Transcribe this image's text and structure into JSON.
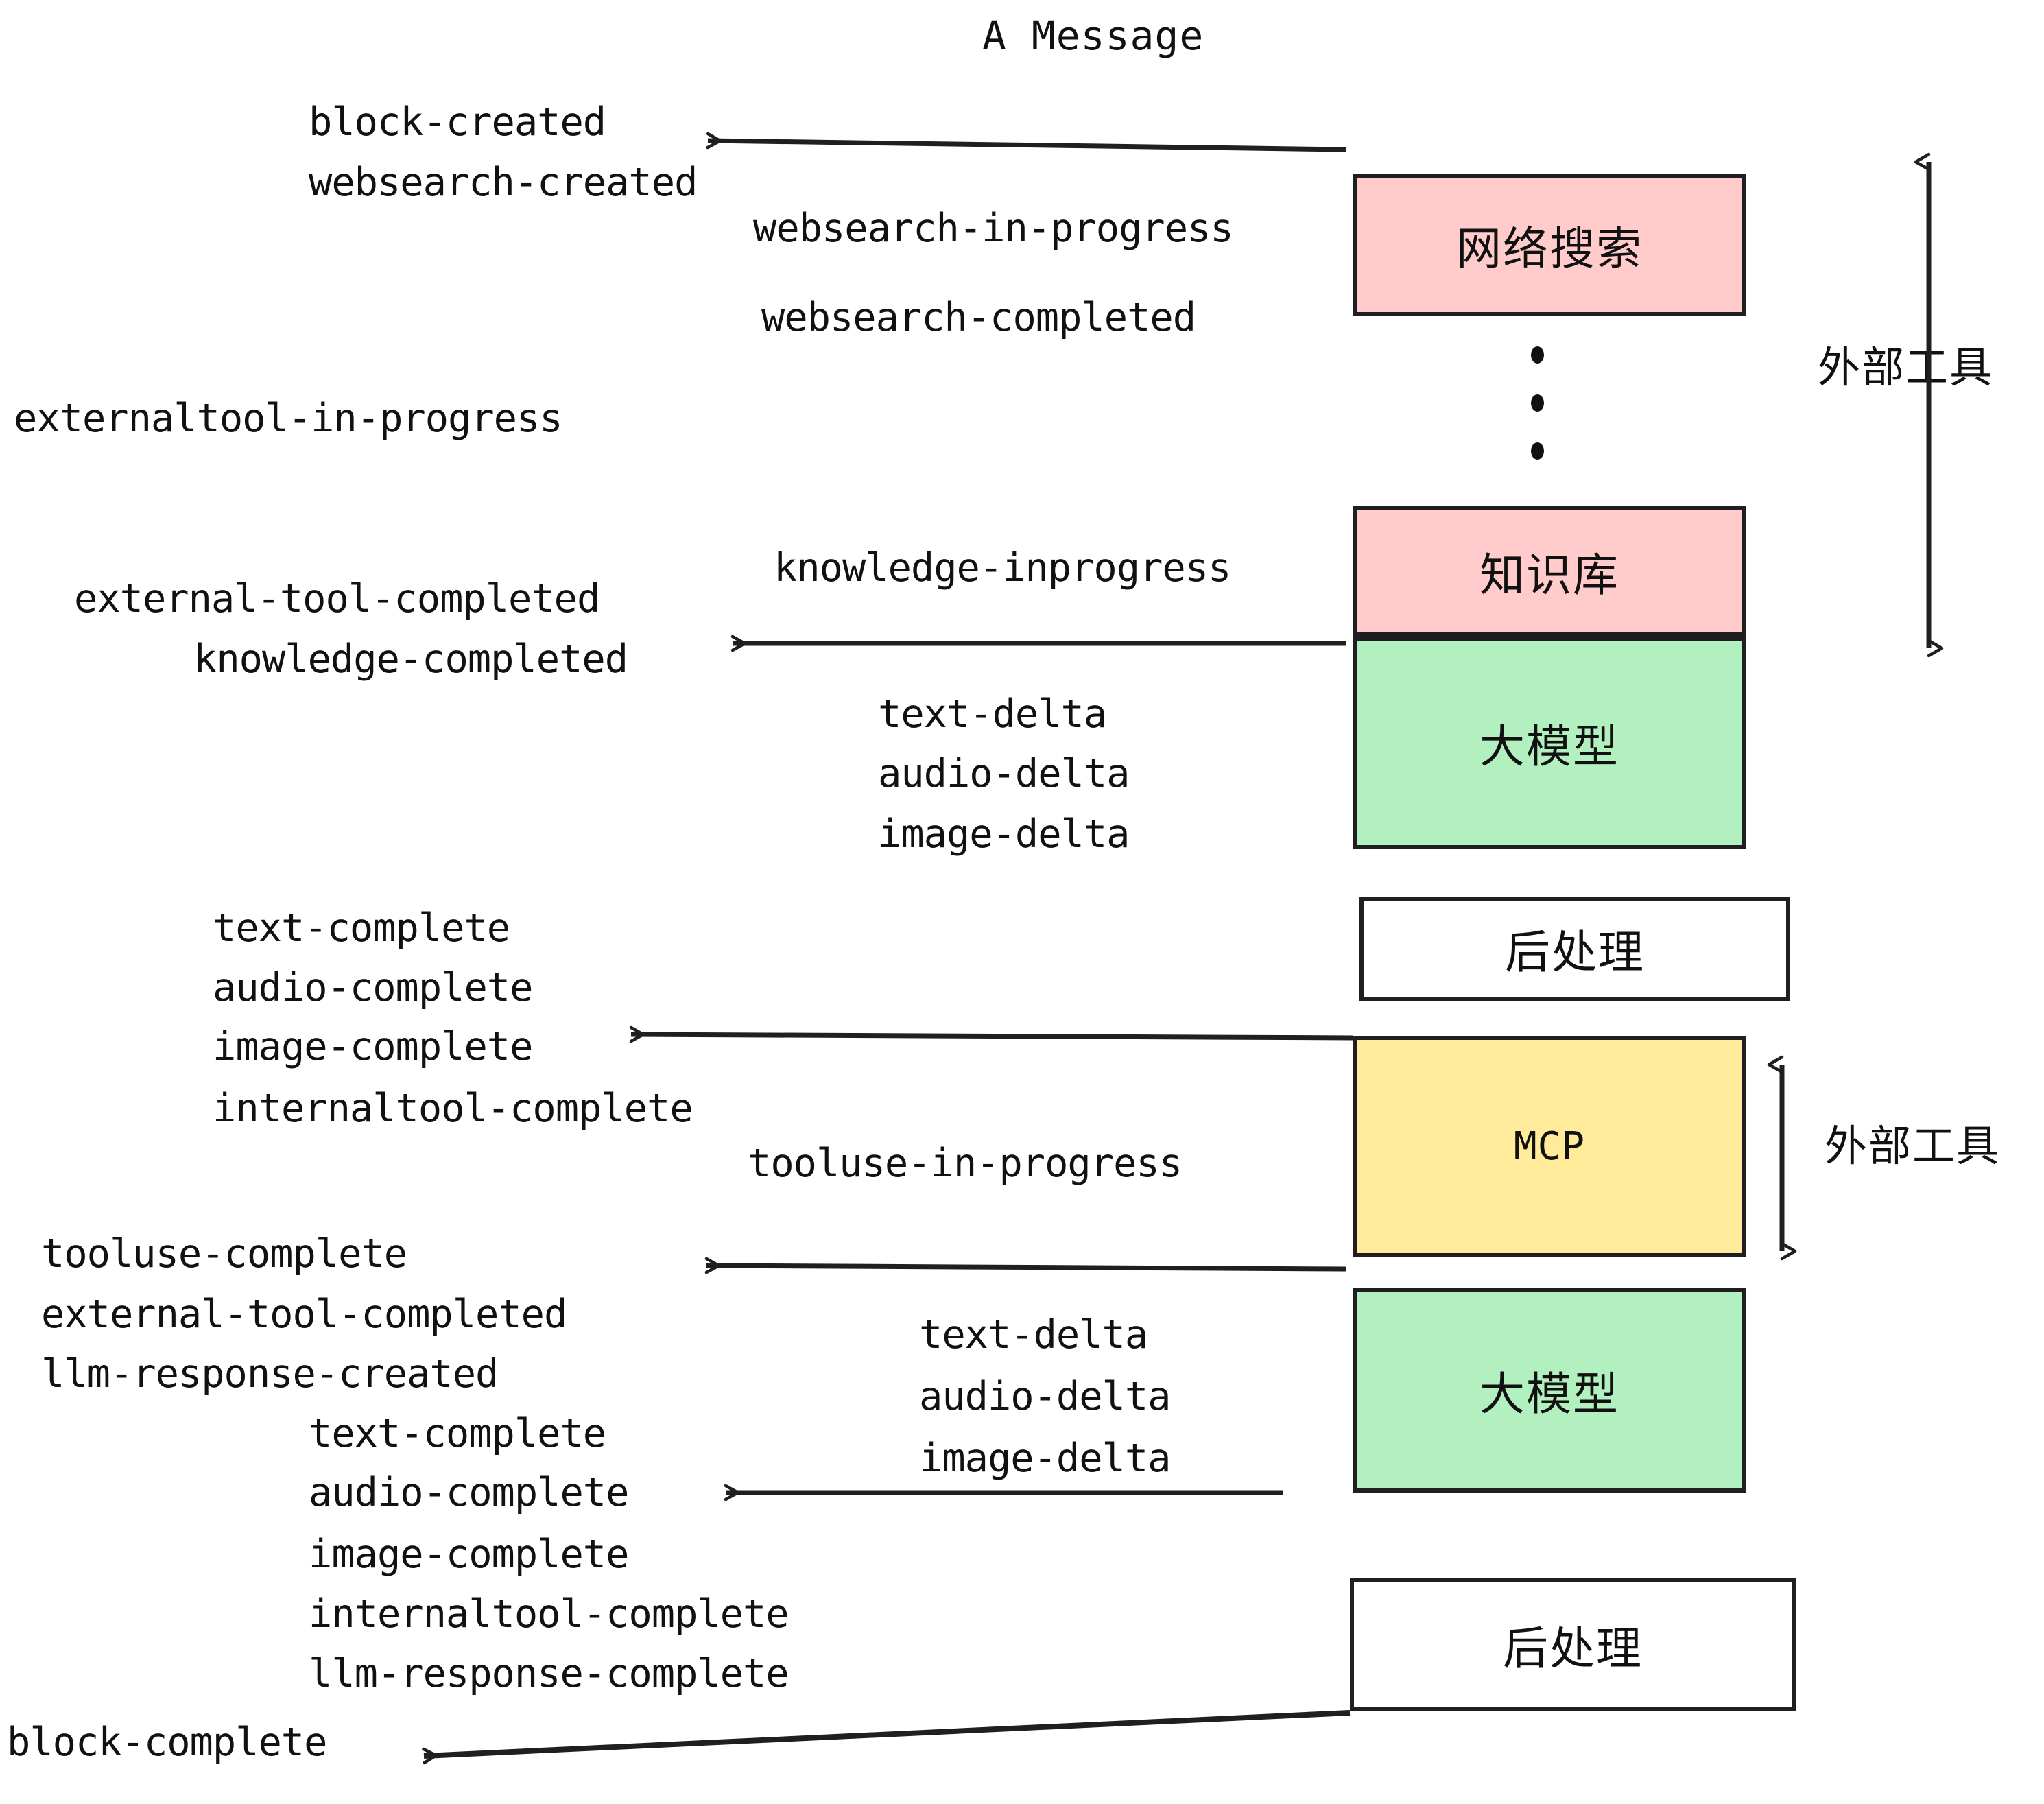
{
  "diagram": {
    "title": "A Message",
    "colors": {
      "pink": "#ffcccb",
      "green": "#b3f0bf",
      "yellow": "#ffeb99",
      "white": "#ffffff",
      "stroke": "#1f1f23",
      "text": "#111111"
    },
    "nodes": [
      {
        "id": "websearch",
        "label": "网络搜索",
        "fill": "#ffcccb",
        "type": "cn"
      },
      {
        "id": "knowledge",
        "label": "知识库",
        "fill": "#ffcccb",
        "type": "cn"
      },
      {
        "id": "llm-top",
        "label": "大模型",
        "fill": "#b3f0bf",
        "type": "cn"
      },
      {
        "id": "post-top",
        "label": "后处理",
        "fill": "#ffffff",
        "type": "cn"
      },
      {
        "id": "mcp",
        "label": "MCP",
        "fill": "#ffeb99",
        "type": "en"
      },
      {
        "id": "llm-bottom",
        "label": "大模型",
        "fill": "#b3f0bf",
        "type": "cn"
      },
      {
        "id": "post-bottom",
        "label": "后处理",
        "fill": "#ffffff",
        "type": "cn"
      }
    ],
    "side_labels": [
      {
        "id": "external-tools-top",
        "label": "外部工具"
      },
      {
        "id": "external-tools-bottom",
        "label": "外部工具"
      }
    ],
    "events": [
      {
        "id": "block-created",
        "text": "block-created"
      },
      {
        "id": "websearch-created",
        "text": "websearch-created"
      },
      {
        "id": "websearch-in-progress",
        "text": "websearch-in-progress"
      },
      {
        "id": "websearch-completed",
        "text": "websearch-completed"
      },
      {
        "id": "externaltool-in-progress",
        "text": "externaltool-in-progress"
      },
      {
        "id": "knowledge-inprogress",
        "text": "knowledge-inprogress"
      },
      {
        "id": "external-tool-completed-1",
        "text": "external-tool-completed"
      },
      {
        "id": "knowledge-completed",
        "text": "knowledge-completed"
      },
      {
        "id": "text-delta-1",
        "text": "text-delta"
      },
      {
        "id": "audio-delta-1",
        "text": "audio-delta"
      },
      {
        "id": "image-delta-1",
        "text": "image-delta"
      },
      {
        "id": "text-complete-1",
        "text": "text-complete"
      },
      {
        "id": "audio-complete-1",
        "text": "audio-complete"
      },
      {
        "id": "image-complete-1",
        "text": "image-complete"
      },
      {
        "id": "internaltool-complete-1",
        "text": "internaltool-complete"
      },
      {
        "id": "tooluse-in-progress",
        "text": "tooluse-in-progress"
      },
      {
        "id": "tooluse-complete",
        "text": "tooluse-complete"
      },
      {
        "id": "external-tool-completed-2",
        "text": "external-tool-completed"
      },
      {
        "id": "llm-response-created",
        "text": "llm-response-created"
      },
      {
        "id": "text-delta-2",
        "text": "text-delta"
      },
      {
        "id": "audio-delta-2",
        "text": "audio-delta"
      },
      {
        "id": "image-delta-2",
        "text": "image-delta"
      },
      {
        "id": "text-complete-2",
        "text": "text-complete"
      },
      {
        "id": "audio-complete-2",
        "text": "audio-complete"
      },
      {
        "id": "image-complete-2",
        "text": "image-complete"
      },
      {
        "id": "internaltool-complete-2",
        "text": "internaltool-complete"
      },
      {
        "id": "llm-response-complete",
        "text": "llm-response-complete"
      },
      {
        "id": "block-complete",
        "text": "block-complete"
      }
    ]
  }
}
